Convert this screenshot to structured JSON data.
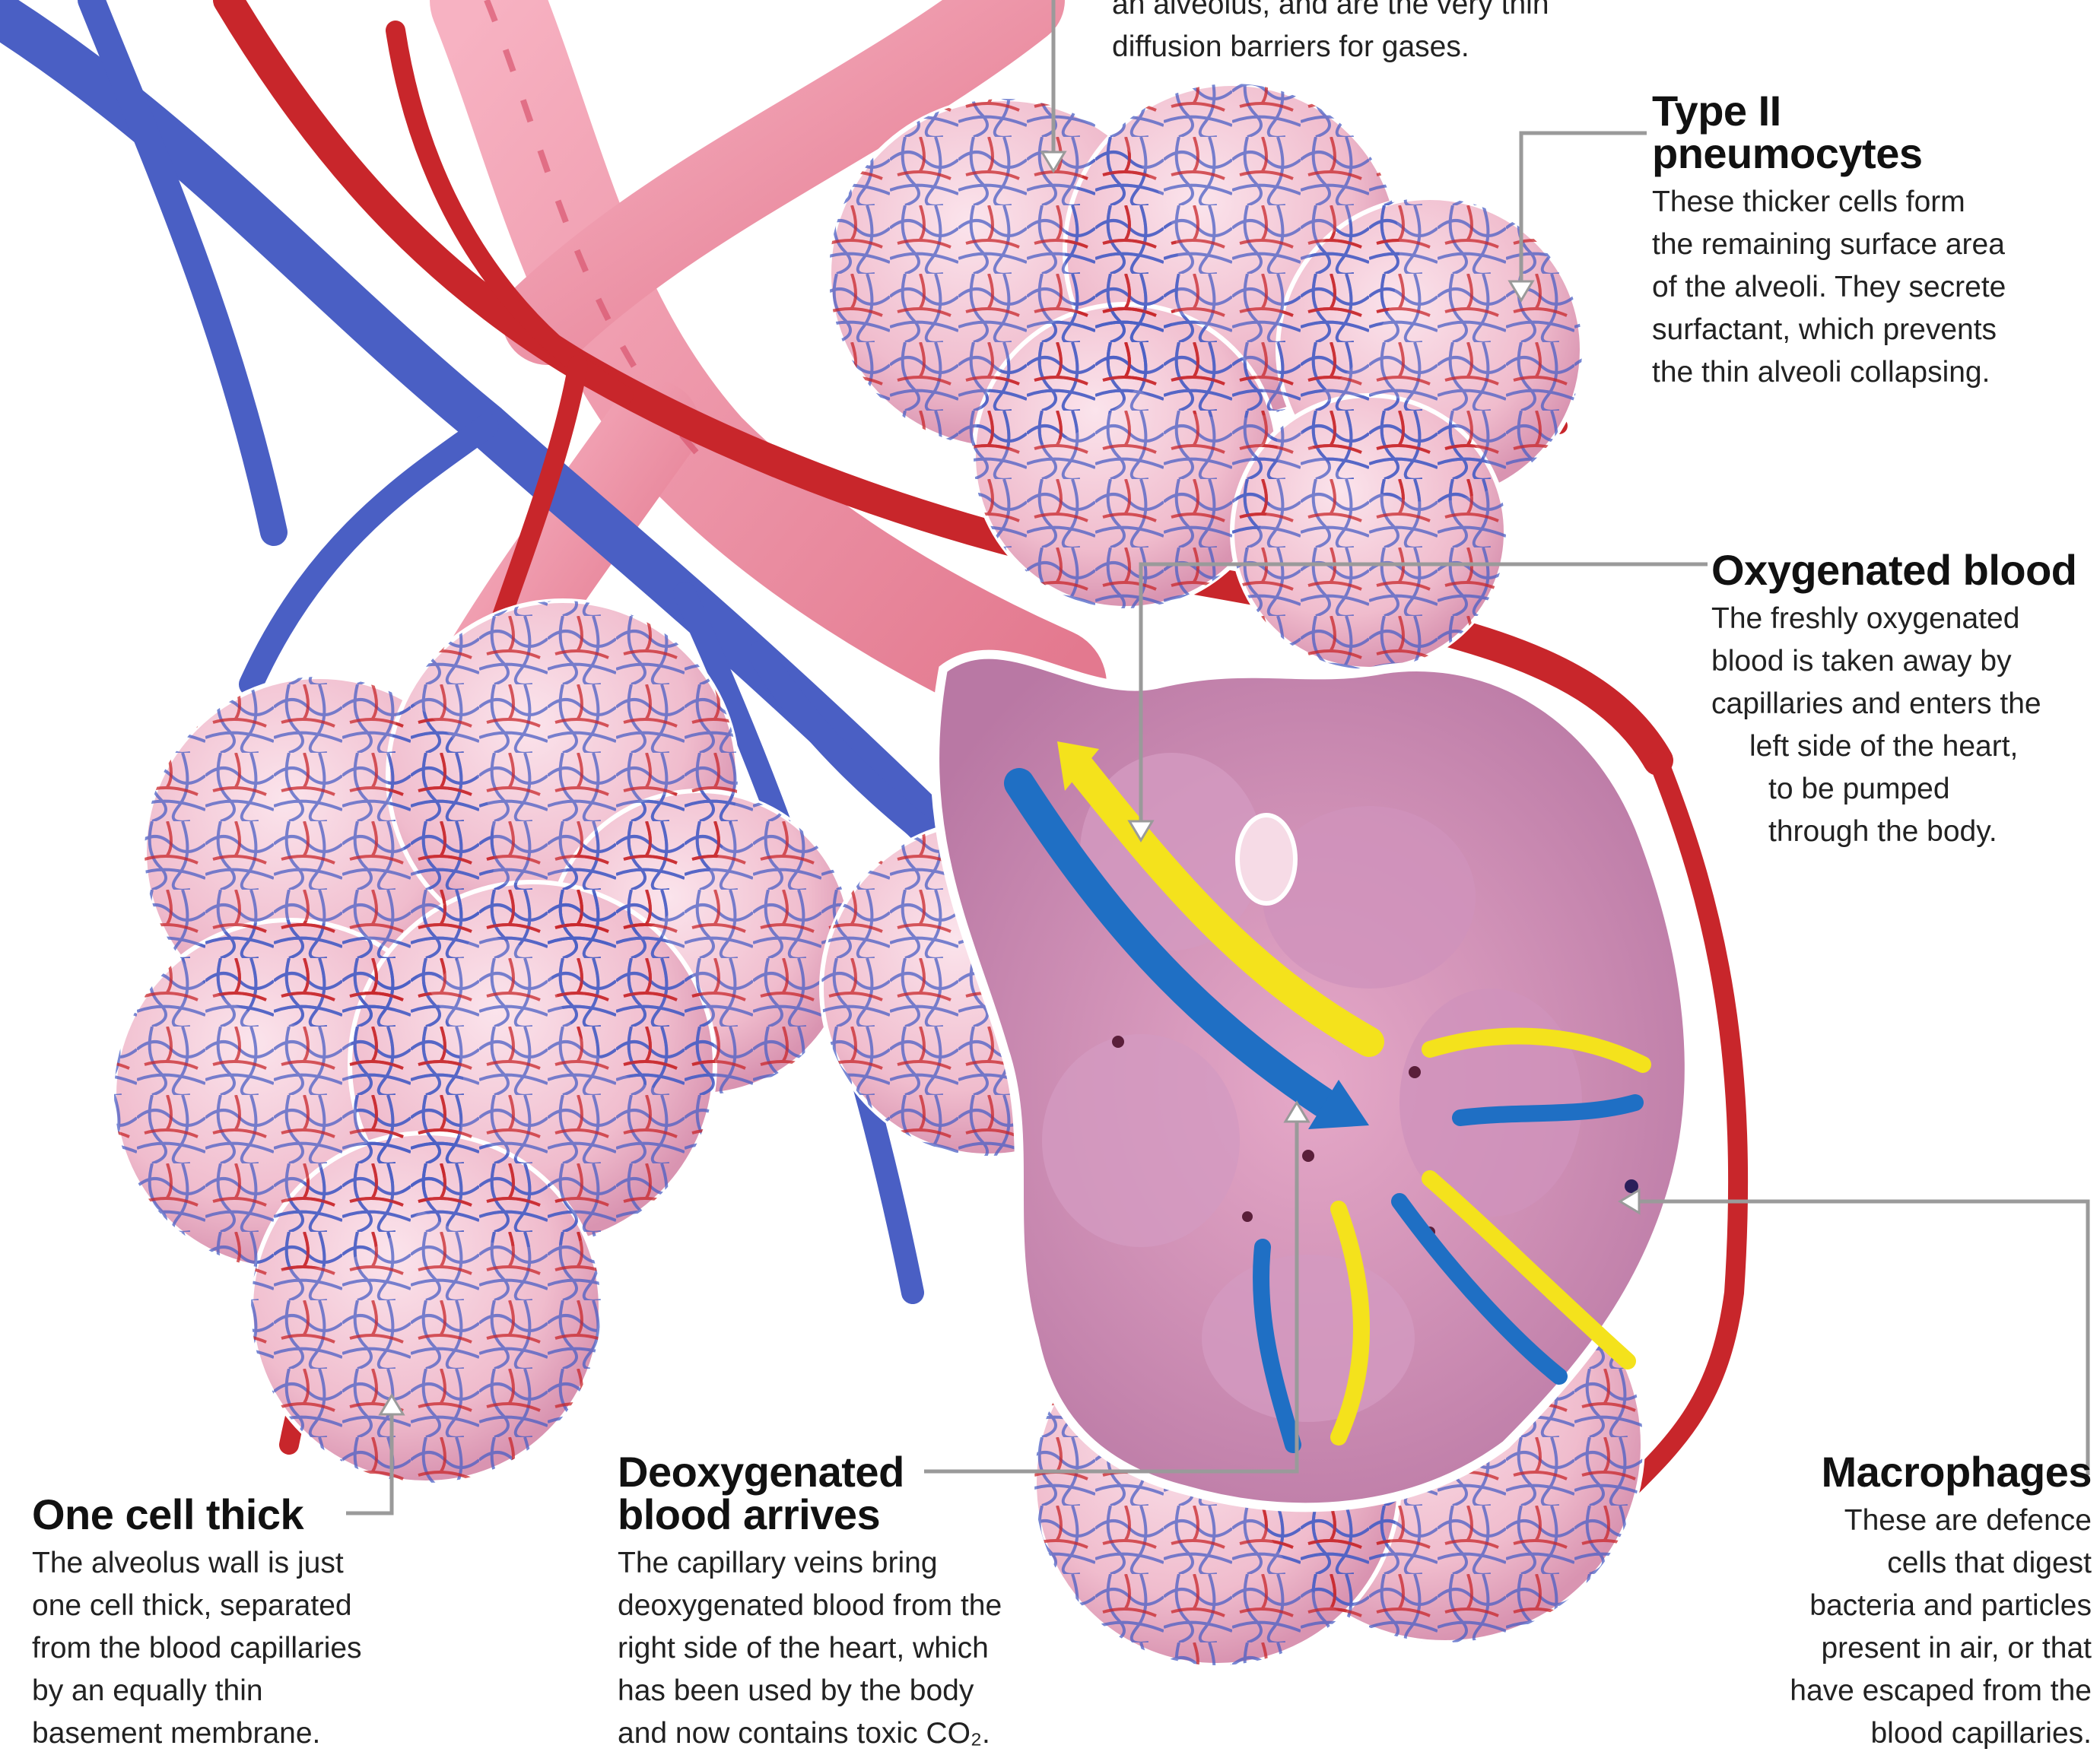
{
  "labels": {
    "top_note": {
      "line1": "an alveolus, and are the very thin",
      "line2": "diffusion barriers for gases."
    },
    "type2": {
      "title_line1": "Type II",
      "title_line2": "pneumocytes",
      "body": [
        "These thicker cells form",
        "the remaining surface area",
        "of the alveoli. They secrete",
        "surfactant, which prevents",
        "the thin alveoli collapsing."
      ]
    },
    "oxygenated": {
      "title": "Oxygenated blood",
      "body": [
        "The freshly oxygenated",
        "blood is taken away by",
        "capillaries and enters the",
        "left side of the heart,",
        "to be pumped",
        "through the body."
      ]
    },
    "macrophages": {
      "title": "Macrophages",
      "body": [
        "These are defence",
        "cells that digest",
        "bacteria and particles",
        "present in air, or that",
        "have escaped from the",
        "blood capillaries."
      ]
    },
    "one_cell": {
      "title": "One cell thick",
      "body": [
        "The alveolus wall is just",
        "one cell thick, separated",
        "from the blood capillaries",
        "by an equally thin",
        "basement membrane."
      ]
    },
    "deoxygenated": {
      "title_line1": "Deoxygenated",
      "title_line2": "blood arrives",
      "body": [
        "The capillary veins bring",
        "deoxygenated blood from the",
        "right side of the heart, which",
        "has been used by the body",
        "and now contains toxic CO₂."
      ]
    }
  },
  "colors": {
    "artery": "#c8262b",
    "vein": "#4a5fc4",
    "alveolus": "#f3c3d3",
    "alveolus_inner": "#c98ab0",
    "airway": "#f08fa5",
    "oxygen_arrow": "#f4e21c",
    "co2_arrow": "#1f6fc4",
    "leader_line": "#9a9a9a"
  },
  "icons": [
    "alveolar-sac-illustration",
    "blood-vessel-illustration",
    "gas-exchange-arrow"
  ]
}
